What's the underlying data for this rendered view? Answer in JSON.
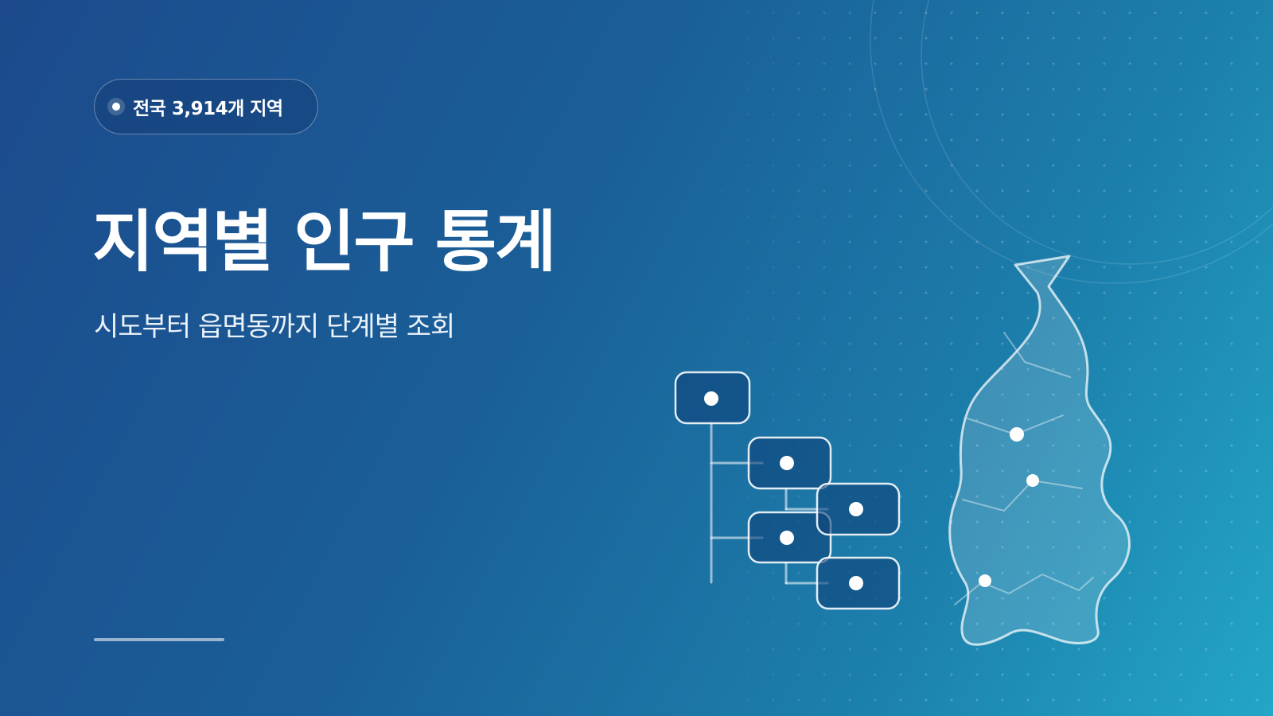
{
  "badge": {
    "label": "전국 3,914개 지역"
  },
  "hero": {
    "title": "지역별 인구 통계",
    "subtitle": "시도부터 읍면동까지 단계별 조회"
  },
  "icons": {
    "badge_dot": "dot-icon",
    "hierarchy": "hierarchy-tree-icon",
    "map": "korea-map-icon"
  },
  "colors": {
    "background_start": "#1c4a8c",
    "background_end": "#23a6c7",
    "foreground": "#ffffff"
  }
}
